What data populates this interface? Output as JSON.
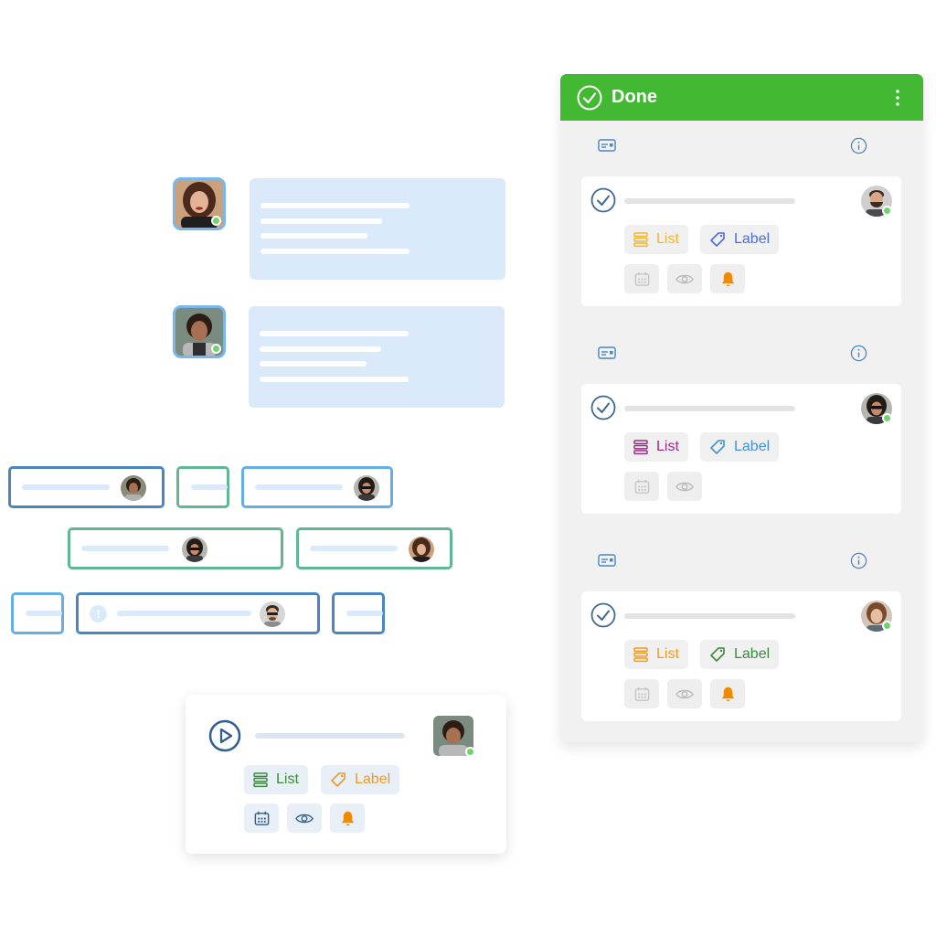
{
  "colors": {
    "done_header": "#43b833",
    "chat_bubble": "#dbeafa",
    "tag_blue_dark": "#4a86c3",
    "tag_blue_light": "#64aee8",
    "tag_green": "#5fb893",
    "check": "#3e6a92",
    "bell": "#f08a00",
    "online": "#6fd46b"
  },
  "done_column": {
    "title": "Done",
    "header_icon": "check-circle-icon",
    "menu_icon": "kebab-menu-icon",
    "cards": [
      {
        "list_label": "List",
        "list_color": "#f2b631",
        "label_text": "Label",
        "label_color": "#4a6ee2",
        "section_icons": [
          "id-card-icon",
          "info-icon"
        ],
        "bottom_icons": [
          "calendar-icon",
          "eye-icon",
          "bell-icon"
        ]
      },
      {
        "list_label": "List",
        "list_color": "#9c2d86",
        "label_text": "Label",
        "label_color": "#4690d6",
        "section_icons": [
          "id-card-icon",
          "info-icon"
        ],
        "bottom_icons": [
          "calendar-icon",
          "eye-icon"
        ]
      },
      {
        "list_label": "List",
        "list_color": "#f39b1f",
        "label_text": "Label",
        "label_color": "#3b8b3d",
        "section_icons": [
          "id-card-icon",
          "info-icon"
        ],
        "bottom_icons": [
          "calendar-icon",
          "eye-icon",
          "bell-icon"
        ]
      }
    ]
  },
  "task_card": {
    "play_icon": "play-circle-icon",
    "list_label": "List",
    "list_color": "#3b8b3d",
    "label_text": "Label",
    "label_color": "#ee9a2b",
    "bottom_icons": [
      "calendar-icon",
      "eye-icon",
      "bell-icon"
    ]
  }
}
